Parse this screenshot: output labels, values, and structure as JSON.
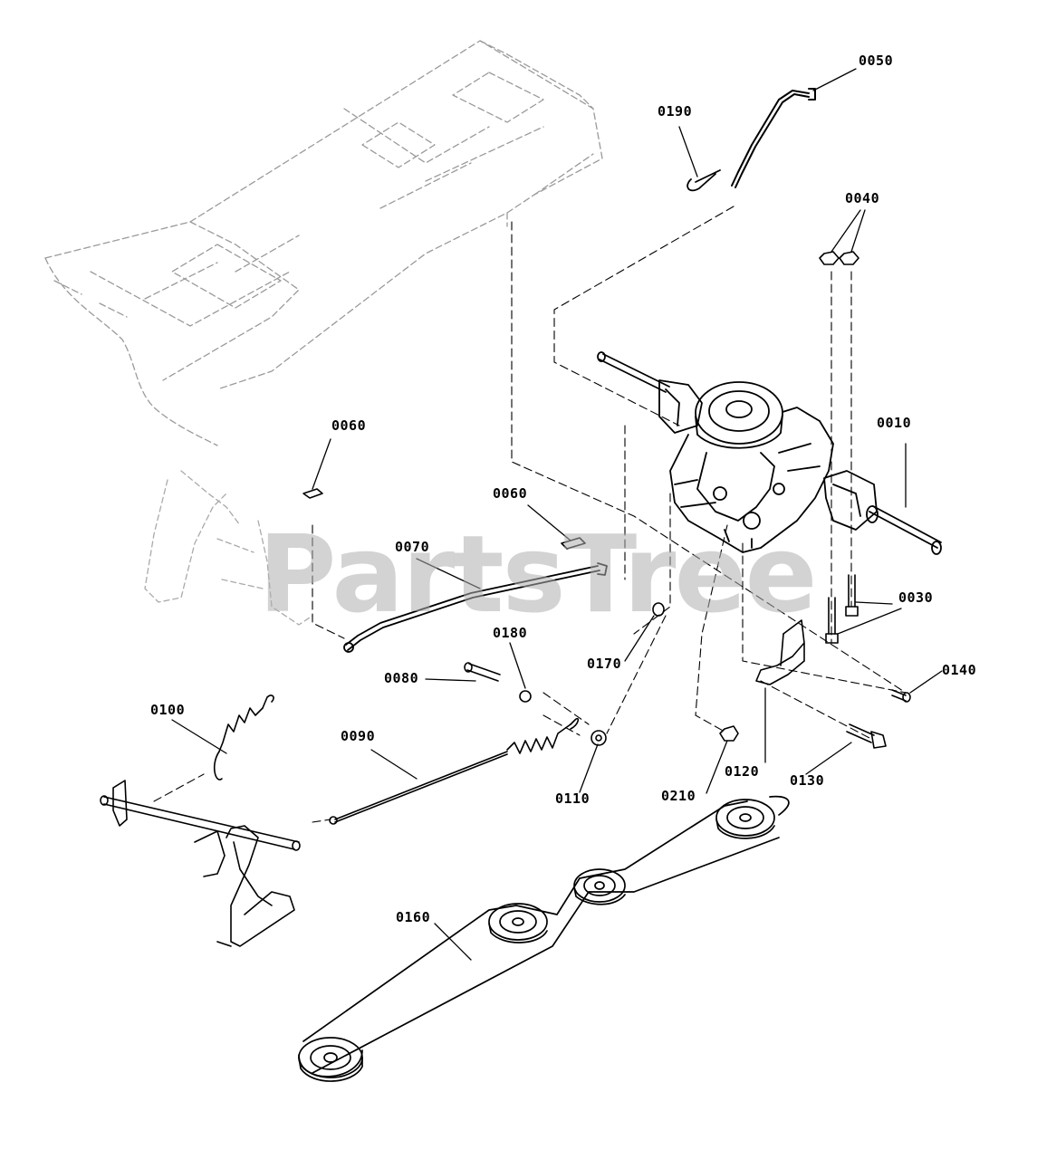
{
  "diagram": {
    "callouts": {
      "p0010": "0010",
      "p0030": "0030",
      "p0040": "0040",
      "p0050": "0050",
      "p0060a": "0060",
      "p0060b": "0060",
      "p0070": "0070",
      "p0080": "0080",
      "p0090": "0090",
      "p0100": "0100",
      "p0110": "0110",
      "p0120": "0120",
      "p0130": "0130",
      "p0140": "0140",
      "p0160": "0160",
      "p0170": "0170",
      "p0180": "0180",
      "p0190": "0190",
      "p0210": "0210"
    },
    "watermark": "PartsTree"
  }
}
